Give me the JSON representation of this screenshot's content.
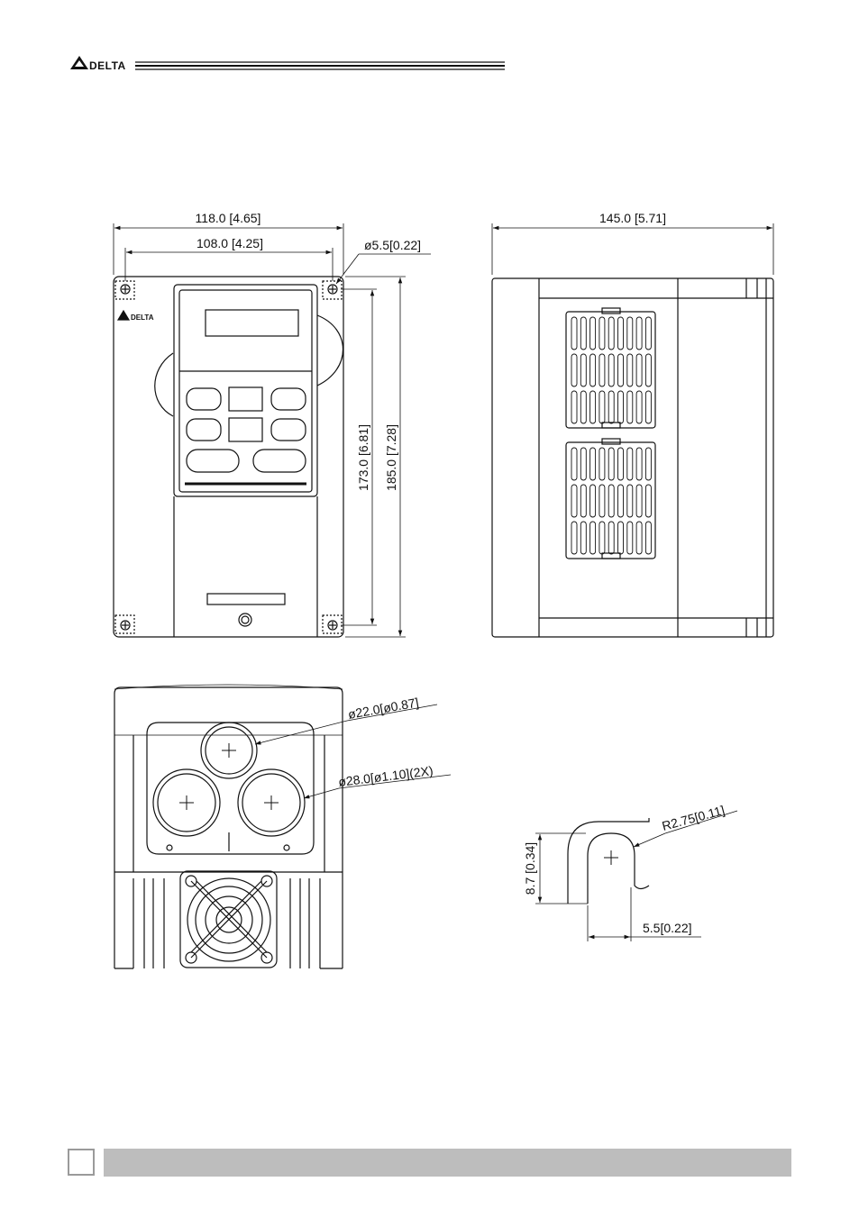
{
  "header": {
    "brand": "DELTA",
    "logo_icon": "delta-triangle-logo"
  },
  "front_view": {
    "overall_width": "118.0 [4.65]",
    "hole_spacing_width": "108.0 [4.25]",
    "hole_diameter": "ø5.5[0.22]",
    "hole_spacing_height": "173.0 [6.81]",
    "overall_height": "185.0 [7.28]",
    "panel_brand": "DELTA"
  },
  "side_view": {
    "depth": "145.0 [5.71]"
  },
  "bottom_view": {
    "small_knockout": "ø22.0[ø0.87]",
    "large_knockout": "ø28.0[ø1.10](2X)"
  },
  "slot_detail": {
    "radius": "R2.75[0.11]",
    "slot_height": "8.7 [0.34]",
    "slot_width": "5.5[0.22]"
  },
  "colors": {
    "line": "#111111",
    "footer_bar": "#bdbdbd",
    "footer_box_border": "#9a9a9a"
  }
}
